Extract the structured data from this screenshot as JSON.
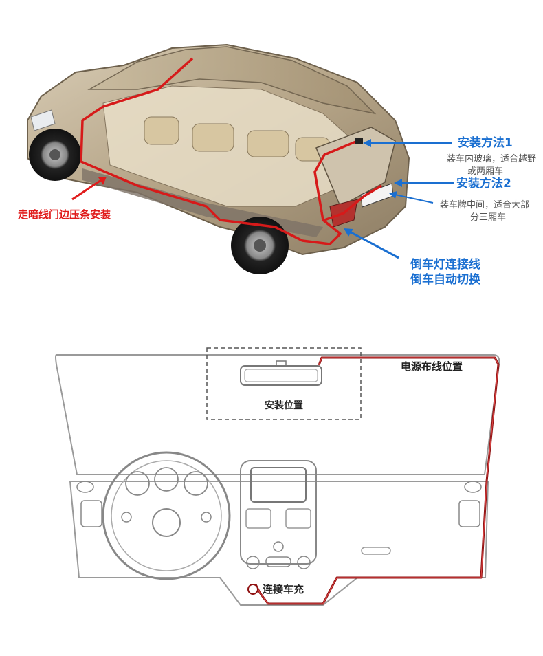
{
  "colors": {
    "route_red": "#d61a1a",
    "accent_blue": "#1a6fd1",
    "label_red": "#e01b1b",
    "outline_gray": "#9a9a9a"
  },
  "top": {
    "method1_title": "安装方法1",
    "method1_desc_line1": "装车内玻璃，适合越野",
    "method1_desc_line2": "或两厢车",
    "method2_title": "安装方法2",
    "method2_desc_line1": "装车牌中间，适合大部",
    "method2_desc_line2": "分三厢车",
    "reverse_line1": "倒车灯连接线",
    "reverse_line2": "倒车自动切换",
    "door_route": "走暗线门边压条安装"
  },
  "bottom": {
    "power_route": "电源布线位置",
    "mount_position": "安装位置",
    "charger": "连接车充"
  }
}
